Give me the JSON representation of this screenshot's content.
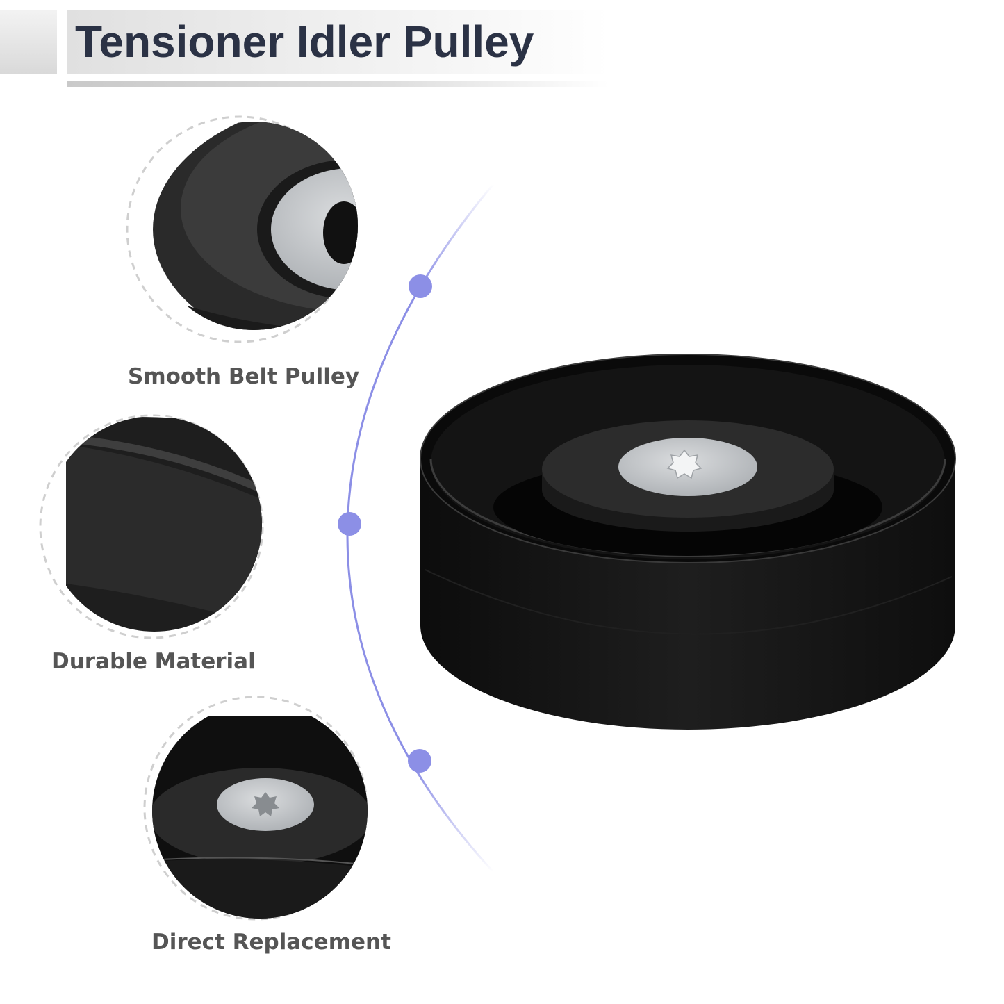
{
  "header": {
    "title": "Tensioner Idler Pulley"
  },
  "features": [
    {
      "label": "Smooth Belt Pulley"
    },
    {
      "label": "Durable Material"
    },
    {
      "label": "Direct Replacement"
    }
  ],
  "colors": {
    "title_text": "#2b3245",
    "label_text": "#555555",
    "timeline_accent": "#8c8fe6",
    "pulley_body": "#121212",
    "pulley_hub": "#c8cbce"
  }
}
